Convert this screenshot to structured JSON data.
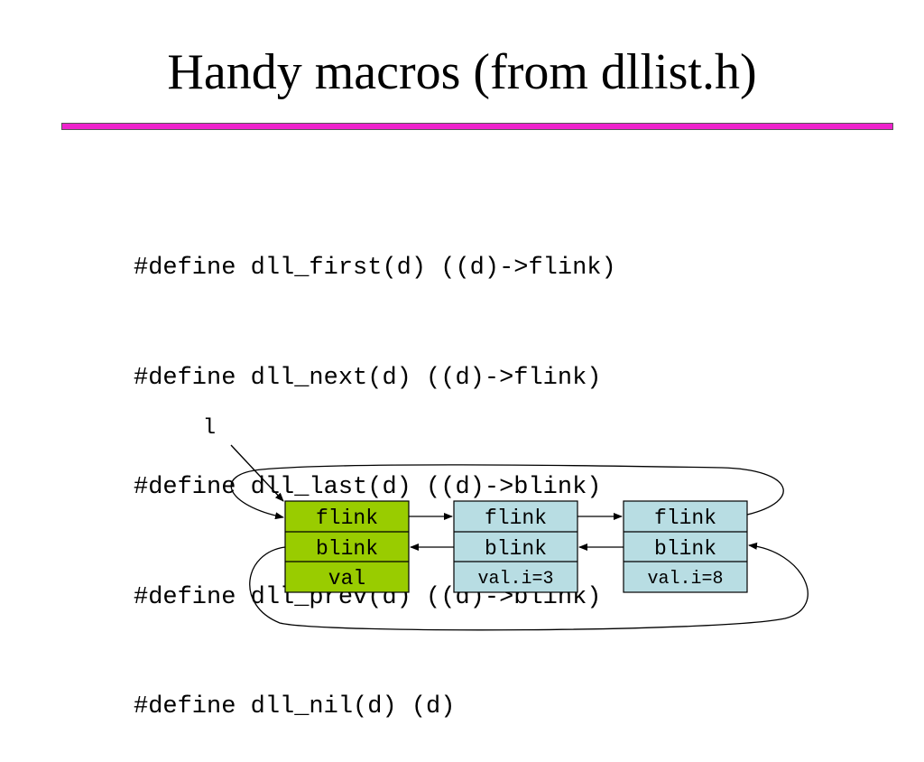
{
  "slide": {
    "title": "Handy macros (from dllist.h)",
    "code_lines": [
      "#define dll_first(d) ((d)->flink)",
      "#define dll_next(d) ((d)->flink)",
      "#define dll_last(d) ((d)->blink)",
      "#define dll_prev(d) ((d)->blink)",
      "#define dll_nil(d) (d)"
    ]
  },
  "diagram": {
    "pointer_label": "l",
    "nodes": [
      {
        "fields": [
          "flink",
          "blink",
          "val"
        ],
        "color": "#99cc00"
      },
      {
        "fields": [
          "flink",
          "blink",
          "val.i=3"
        ],
        "color": "#b8dde3"
      },
      {
        "fields": [
          "flink",
          "blink",
          "val.i=8"
        ],
        "color": "#b8dde3"
      }
    ]
  },
  "colors": {
    "rule": "#ee22cc",
    "sentinel": "#99cc00",
    "node": "#b8dde3"
  }
}
